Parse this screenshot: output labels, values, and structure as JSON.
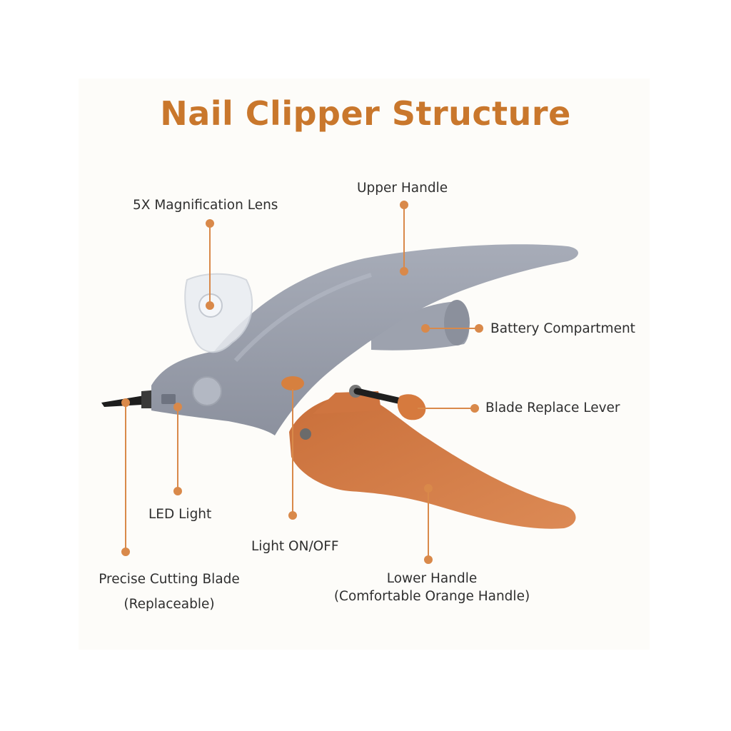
{
  "title": "Nail Clipper Structure",
  "labels": {
    "lens": "5X Magnification Lens",
    "upper_handle": "Upper Handle",
    "battery": "Battery Compartment",
    "blade_lever": "Blade Replace Lever",
    "led": "LED Light",
    "switch": "Light ON/OFF",
    "blade_line1": "Precise Cutting Blade",
    "blade_line2": "(Replaceable)",
    "lower_line1": "Lower Handle",
    "lower_line2": "(Comfortable Orange Handle)"
  },
  "colors": {
    "title": "#c9772c",
    "callout": "#d9894a",
    "body_gray": "#9a9fac",
    "handle_orange": "#d27b45",
    "text": "#2f2f2f"
  }
}
